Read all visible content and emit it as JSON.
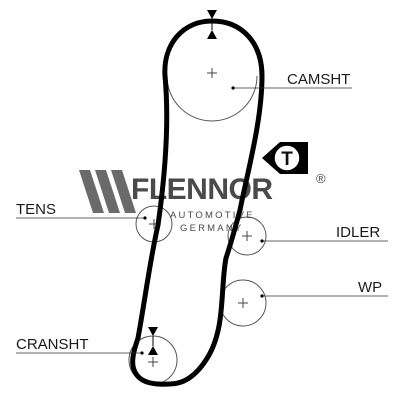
{
  "labels": {
    "camshaft": "CAMSHT",
    "tensioner": "TENS",
    "idler": "IDLER",
    "water_pump": "WP",
    "crankshaft": "CRANSHT"
  },
  "logo": {
    "brand": "FLENNOR",
    "registered": "®",
    "tagline_1": "AUTOMOTIVE",
    "tagline_2": "GERMANY"
  },
  "tensioner_badge": {
    "letter": "T"
  },
  "colors": {
    "belt": "#000000",
    "pulley": "#555555",
    "logo": "#4a4a4a",
    "leader_lines": "#333333"
  }
}
